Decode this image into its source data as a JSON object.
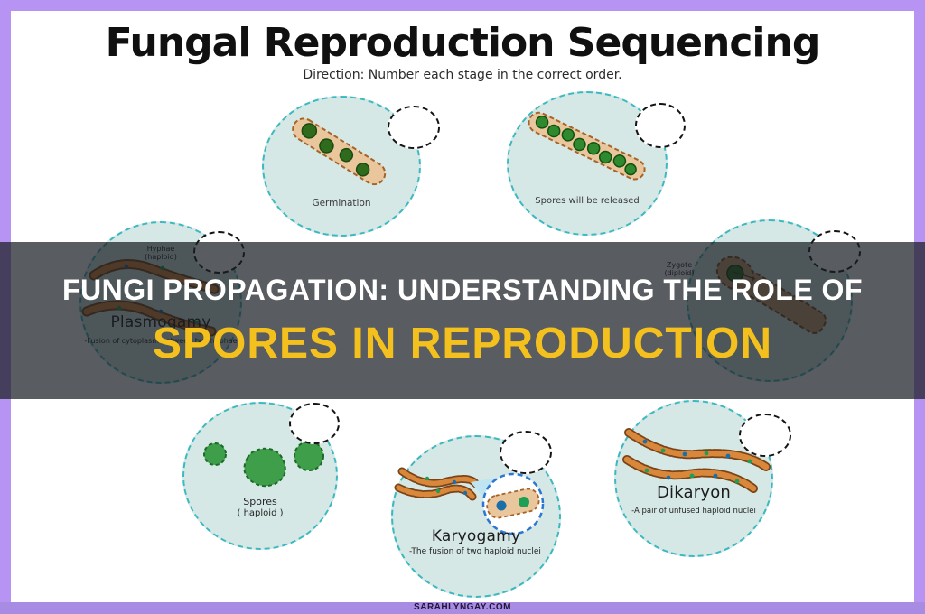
{
  "worksheet": {
    "title": "Fungal Reproduction Sequencing",
    "direction": "Direction: Number each stage in the correct order.",
    "footer": "SARAHLYNGAY.COM"
  },
  "banner": {
    "line1": "FUNGI PROPAGATION: UNDERSTANDING THE ROLE OF",
    "line2": "SPORES IN REPRODUCTION",
    "line1_color": "#FFFFFF",
    "line2_color": "#F3C01D",
    "overlay_color": "rgba(25,29,35,0.72)"
  },
  "stages": {
    "germination": {
      "label": "Germination"
    },
    "spores_released": {
      "label": "Spores will be released"
    },
    "plasmogamy": {
      "annotation_line1": "Hyphae",
      "annotation_line2": "(haploid)",
      "label": "Plasmogamy",
      "definition": "-Fusion of cytoplasm between two hyphae"
    },
    "zygote": {
      "annotation_line1": "Zygote",
      "annotation_line2": "(diploid)"
    },
    "spores": {
      "label": "Spores",
      "sublabel": "( haploid )"
    },
    "karyogamy": {
      "label": "Karyogamy",
      "definition": "-The fusion of two haploid nuclei"
    },
    "dikaryon": {
      "label": "Dikaryon",
      "definition": "-A pair of unfused haploid nuclei"
    }
  },
  "colors": {
    "frame_border": "#B794F4",
    "footer_bar": "#A88CE3",
    "cell_fill": "#D5E8E5",
    "cell_border": "#3CB9C0",
    "answer_circle_border": "#141414",
    "hypha_fill": "#EAC69C",
    "hypha_outline": "#A5632A",
    "nucleus_dark_green": "#2E6B1D",
    "spore_green": "#3F9E4A",
    "chain_orange": "#C77D36",
    "magnifier_border_blue": "#2C77D4",
    "nucleus_blue": "#1B6FA8",
    "nucleus_green": "#1F9E55"
  }
}
